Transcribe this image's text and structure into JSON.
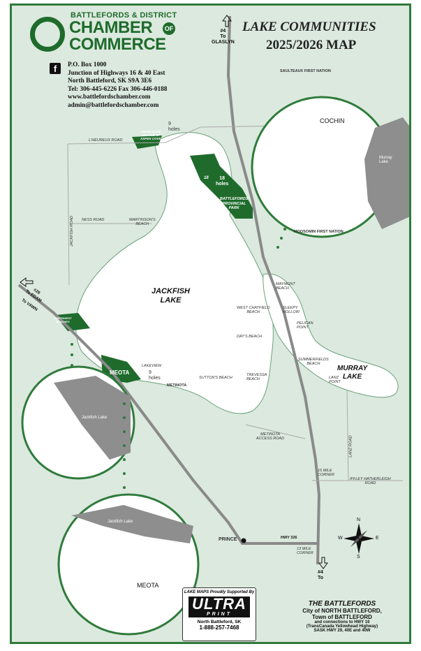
{
  "header": {
    "org_line1": "BATTLEFORDS & DISTRICT",
    "org_line2": "CHAMBER",
    "org_of": "OF",
    "org_line3": "COMMERCE",
    "title_line1": "LAKE COMMUNITIES",
    "title_line2": "2025/2026 MAP"
  },
  "contact": {
    "facebook_icon": "f",
    "po_box": "P.O. Box 1000",
    "junction": "Junction of Highways 16 & 40 East",
    "address": "North Battleford, SK  S9A 3E6",
    "phone": "Tel: 306-445-6226  Fax 306-446-0188",
    "website": "www.battlefordschamber.com",
    "email": "admin@battlefordschamber.com"
  },
  "highways": {
    "hwy4_north": "#4\nTo\nGLASLYN",
    "hwy26": "#26\nTo EDAM",
    "to_vawn": "To VAWN",
    "hwy326": "HWY 326",
    "hwy4_south": "#4\nTo"
  },
  "lakes": {
    "jackfish": "JACKFISH\nLAKE",
    "murray": "MURRAY\nLAKE"
  },
  "places": {
    "saulteaux": "SAULTEAUX FIRST NATION",
    "moosomin": "MOOSOMIN FIRST NATION",
    "lheureux": "L'HEUREUX ROAD",
    "jackfish_road": "JACKFISH ROAD",
    "ness_road": "NESS ROAD",
    "martinsons": "MARTINSON'S\nBEACH",
    "aspen_cove": "ASPEN COVE\nVILLAGE OF\nASPEN COVE",
    "birds_point": "BIRD'S POINT\nRESORT",
    "holes9_top": "9\nholes",
    "holes18": "18\nholes",
    "holes18_num": "18",
    "provincial_park": "BATTLEFORDS\nPROVINCIAL\nPARK",
    "cochin_small": "COCHIN",
    "maymont": "MAYMONT\nBEACH",
    "west_chatfield": "WEST CHATFIELD\nBEACH",
    "sleepy_hollow": "SLEEPY\nHOLLOW",
    "pelican_point": "PELICAN\nPOINT",
    "days_beach": "DAY'S BEACH",
    "summerfields": "SUMMERFIELDS\nBEACH",
    "lanz_point": "LANZ\nPOINT",
    "trevessa": "TREVESSA\nBEACH",
    "suttons": "SUTTON'S BEACH",
    "lakeview": "LAKEVIEW",
    "holes9_bottom": "9\nholes",
    "meota": "MEOTA",
    "metinota": "METINOTA",
    "metinota_access": "METINOTA\nACCESS ROAD",
    "lanz_road": "LANZ ROAD",
    "mile15": "15 MILE\nCORNER",
    "iffley": "IFFLEY HATHERLEIGH\nROAD",
    "mile13": "13 MILE\nCORNER",
    "prince": "PRINCE",
    "northwest_beaches": "NORTHWEST\nBEACHES"
  },
  "insets": {
    "cochin_title": "COCHIN",
    "murray_inset": "Murray\nLake",
    "jackfish_inset1": "Jackfish Lake",
    "jackfish_inset2": "Jackfish Lake",
    "meota_title": "MEOTA"
  },
  "compass": {
    "n": "N",
    "s": "S",
    "e": "E",
    "w": "W"
  },
  "sponsor": {
    "header": "LAKE MAPS Proudly Supported By",
    "logo_big": "ULTRA",
    "logo_small": "PRINT",
    "city": "North Battleford, SK",
    "phone": "1-888-257-7468"
  },
  "destination": {
    "line1": "THE BATTLEFORDS",
    "line2": "City of NORTH BATTLEFORD,",
    "line3": "Town of BATTLEFORD",
    "line4": "and connections to HWY 16",
    "line5": "(TransCanada Yellowhead Highway)",
    "line6": "SASK HWY 29, 40E and 40W"
  },
  "colors": {
    "border_green": "#2f7b3b",
    "background": "#dbe9de",
    "lake": "#ffffff",
    "park_green": "#1f6b2c",
    "road_gray": "#8a8a8a"
  }
}
